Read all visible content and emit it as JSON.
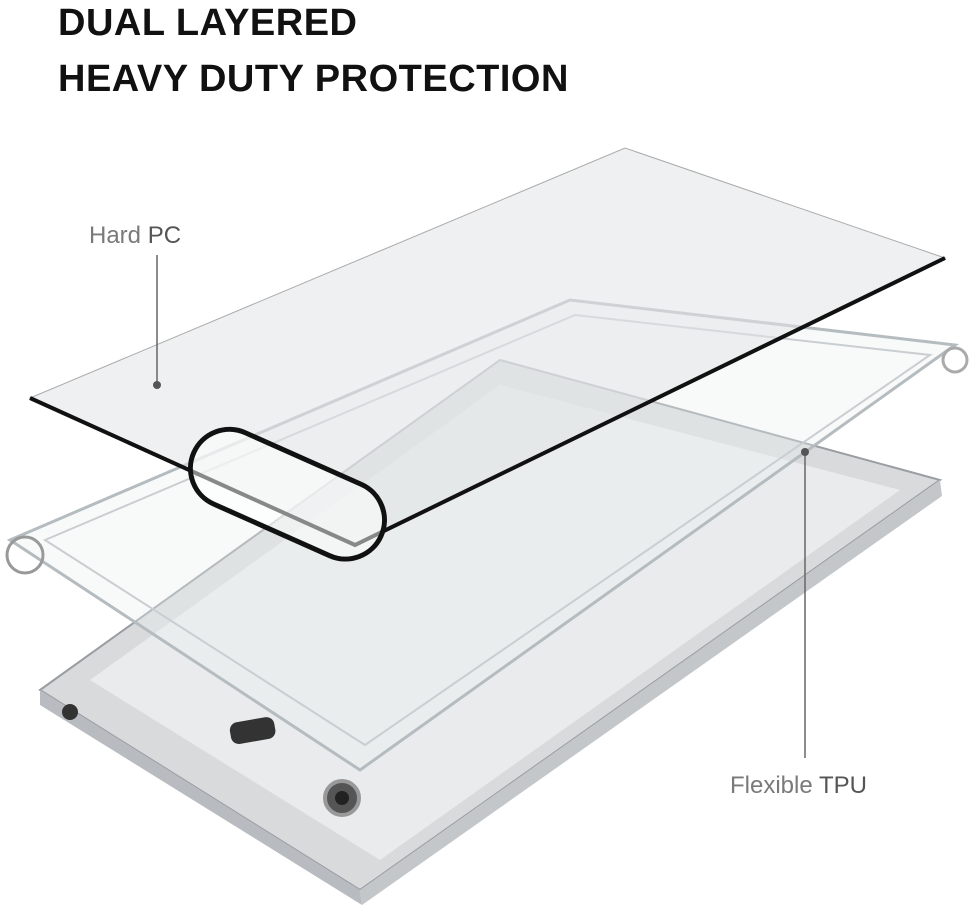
{
  "headline": {
    "line1": "DUAL LAYERED",
    "line2": "HEAVY DUTY PROTECTION"
  },
  "callouts": {
    "pc": {
      "light": "Hard ",
      "bold": "PC"
    },
    "tpu": {
      "light": "Flexible ",
      "bold": "TPU"
    }
  },
  "colors": {
    "headline": "#111111",
    "label": "#7a7a7a",
    "leader": "#666666"
  }
}
